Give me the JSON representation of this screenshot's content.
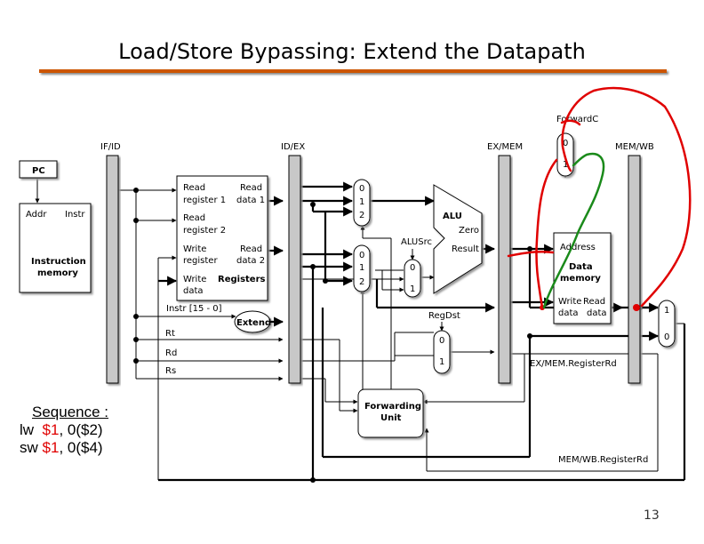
{
  "title": "Load/Store Bypassing: Extend the Datapath",
  "page_number": "13",
  "pipeline_registers": {
    "if_id": "IF/ID",
    "id_ex": "ID/EX",
    "ex_mem": "EX/MEM",
    "mem_wb": "MEM/WB"
  },
  "pc": "PC",
  "instruction_memory": {
    "addr": "Addr",
    "instr": "Instr",
    "name_line1": "Instruction",
    "name_line2": "memory"
  },
  "registers": {
    "read_register_1": [
      "Read",
      "register 1"
    ],
    "read_data_1": [
      "Read",
      "data 1"
    ],
    "read_register_2": [
      "Read",
      "register 2"
    ],
    "write_register": [
      "Write",
      "register"
    ],
    "read_data_2": [
      "Read",
      "data 2"
    ],
    "write_data": [
      "Write",
      "data"
    ],
    "name": "Registers"
  },
  "instr_field": "Instr [15 - 0]",
  "extend": "Extend",
  "rt": "Rt",
  "rd": "Rd",
  "rs": "Rs",
  "mux_labels": {
    "zero": "0",
    "one": "1",
    "two": "2"
  },
  "alu": {
    "name": "ALU",
    "zero": "Zero",
    "result": "Result"
  },
  "alusrc": "ALUSrc",
  "regdst": "RegDst",
  "forwardc": "ForwardC",
  "data_memory": {
    "address": "Address",
    "name_line1": "Data",
    "name_line2": "memory",
    "write_label": "Write",
    "read_label": "Read",
    "data_label": "data"
  },
  "forwarding_unit": {
    "line1": "Forwarding",
    "line2": "Unit"
  },
  "ex_mem_registerrd": "EX/MEM.RegisterRd",
  "mem_wb_registerrd": "MEM/WB.RegisterRd",
  "sequence": {
    "header": "Sequence :",
    "lines": [
      {
        "op": "lw",
        "reg": "$1",
        "rest": ", 0($2)"
      },
      {
        "op": "sw",
        "reg": "$1",
        "rest": ", 0($4)"
      }
    ]
  },
  "colors": {
    "title_rule": "#cc5500",
    "annotation_red": "#e00000",
    "annotation_green": "#1a8a1a",
    "pipeline_register_fill": "#c8c8c8"
  }
}
